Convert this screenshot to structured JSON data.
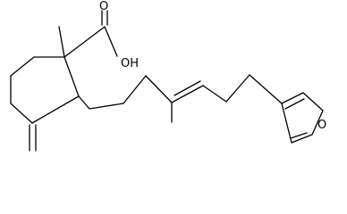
{
  "molecule": {
    "atom_labels": {
      "hydroxyl": "OH",
      "carbonyl_oxygen": "O",
      "furan_oxygen": "O"
    },
    "colors": {
      "bond": "#000000",
      "text": "#000000",
      "background": "#ffffff"
    }
  }
}
